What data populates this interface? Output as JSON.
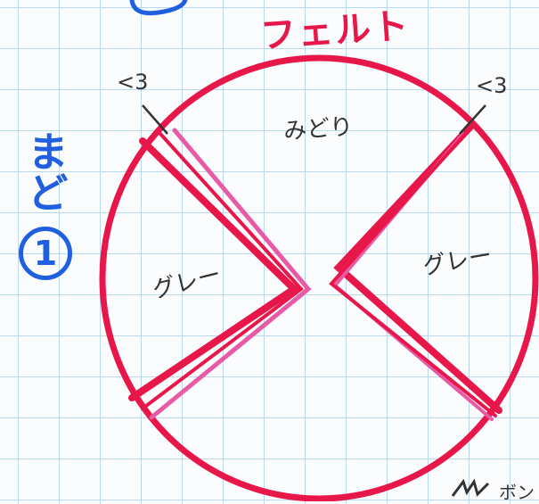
{
  "title": "フェルト",
  "side_label": {
    "text": "まど",
    "number": "1"
  },
  "regions": {
    "top": "みどり",
    "left": "グレー",
    "right": "グレー"
  },
  "dimension_notes": {
    "left": "<3",
    "right": "<3"
  },
  "corner_text": "ボン",
  "colors": {
    "outline": "#e8174a",
    "inner_line": "#e75aa6",
    "side_label": "#1f5fe0",
    "grid": "#b9d9ee"
  }
}
